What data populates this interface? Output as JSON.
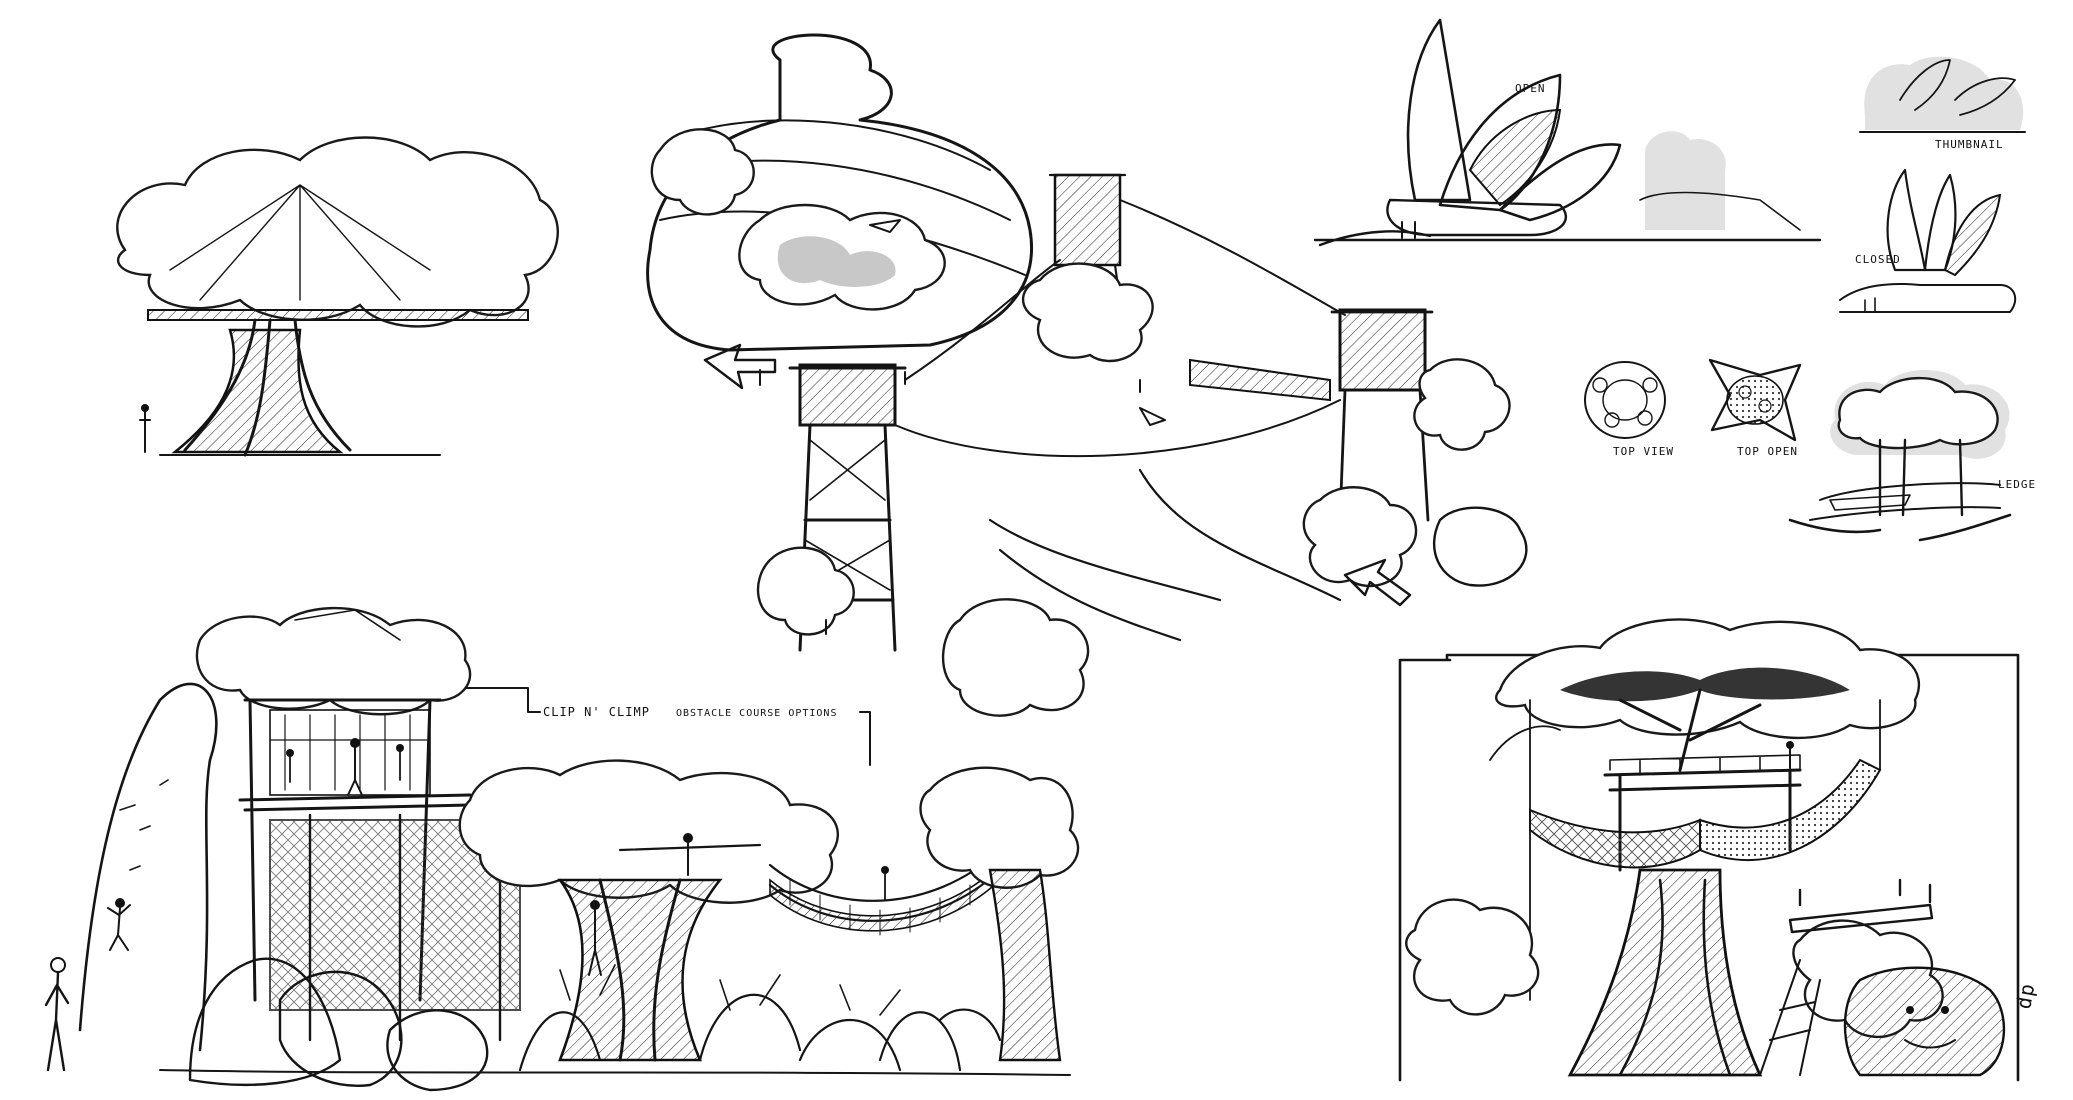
{
  "labels": {
    "open": "OPEN",
    "thumbnail": "THUMBNAIL",
    "closed": "CLOSED",
    "top_view": "TOP VIEW",
    "top_open": "TOP OPEN",
    "ledge": "LEDGE",
    "clip_n_climp": "CLIP N' CLIMP",
    "obstacle_course_options": "OBSTACLE COURSE OPTIONS"
  },
  "signature": "dp"
}
